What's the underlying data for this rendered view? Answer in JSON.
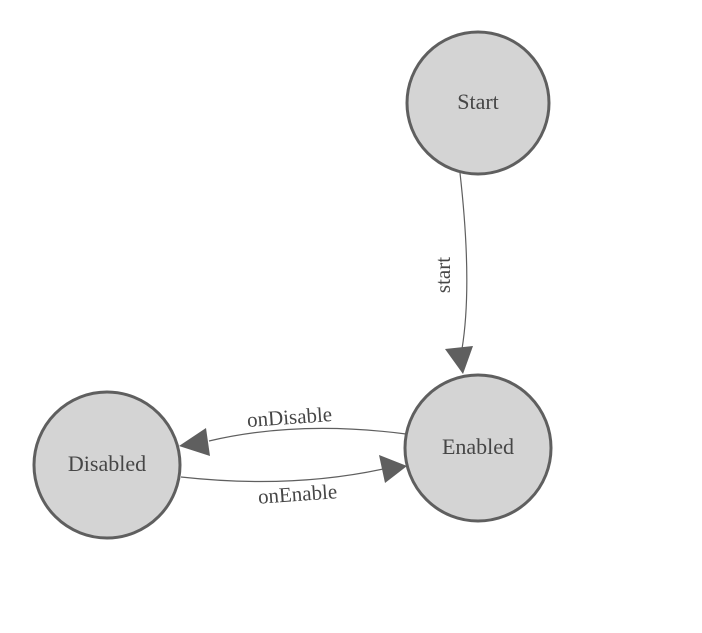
{
  "diagram": {
    "type": "state-machine",
    "colors": {
      "background": "#ffffff",
      "node_fill": "#d4d4d4",
      "node_border": "#5f5f5f",
      "edge": "#5f5f5f",
      "text": "#464646"
    },
    "nodes": [
      {
        "id": "start",
        "label": "Start"
      },
      {
        "id": "enabled",
        "label": "Enabled"
      },
      {
        "id": "disabled",
        "label": "Disabled"
      }
    ],
    "edges": [
      {
        "from": "Start",
        "to": "Enabled",
        "label": "start"
      },
      {
        "from": "Enabled",
        "to": "Disabled",
        "label": "onDisable"
      },
      {
        "from": "Disabled",
        "to": "Enabled",
        "label": "onEnable"
      }
    ]
  }
}
